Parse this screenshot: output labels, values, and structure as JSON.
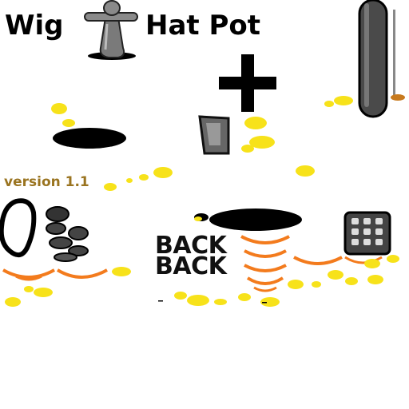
{
  "title": {
    "part1": "Wig",
    "part2": "Hat Pot"
  },
  "version_label": "version 1.1",
  "back_labels": [
    "BACK",
    "BACK"
  ],
  "colors": {
    "ink": "#000000",
    "version_text": "#9a7420",
    "splash": "#f7e21a",
    "ripple": "#f37b1d",
    "metal": "#6b6b6b",
    "background": "#ffffff"
  },
  "icons": [
    "wig-hat-icon",
    "plus-icon",
    "tall-pot-icon",
    "grey-block-icon",
    "keypad-icon",
    "stones-icon"
  ]
}
